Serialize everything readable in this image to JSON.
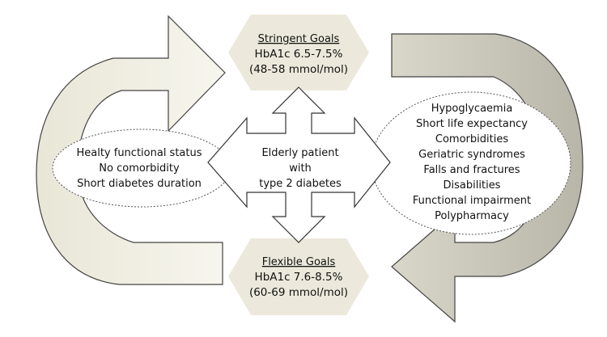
{
  "stringent_goals": {
    "title": "Stringent Goals",
    "line1": "HbA1c 6.5-7.5%",
    "line2": "(48-58 mmol/mol)"
  },
  "flexible_goals": {
    "title": "Flexible Goals",
    "line1": "HbA1c 7.6-8.5%",
    "line2": "(60-69 mmol/mol)"
  },
  "center": {
    "line1": "Elderly patient",
    "line2": "with",
    "line3": "type 2 diabetes"
  },
  "left_factors": [
    "Healty functional status",
    "No comorbidity",
    "Short diabetes duration"
  ],
  "right_factors": [
    "Hypoglycaemia",
    "Short life expectancy",
    "Comorbidities",
    "Geriatric syndromes",
    "Falls and fractures",
    "Disabilities",
    "Functional impairment",
    "Polypharmacy"
  ],
  "colors": {
    "hexagon_fill": "#ece9dc",
    "left_arrow_fill": "#eeecde",
    "right_arrow_fill": "#c5c3b5",
    "outline": "#444444"
  }
}
